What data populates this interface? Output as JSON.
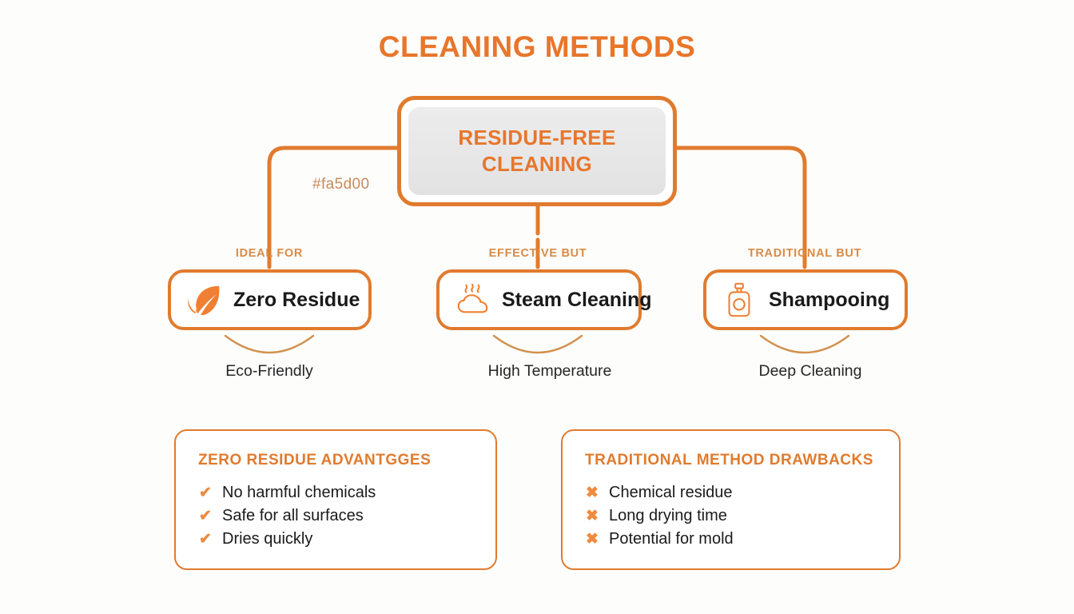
{
  "header": {
    "title": "CLEANING METHODS"
  },
  "theme": {
    "accent": "#fa5d00",
    "accent_border": "#e07b2e",
    "accent_title": "#e8762b",
    "caption_color": "#d98b45",
    "background": "#fdfdfc",
    "node_fill": "#e9e9e9",
    "text_color": "#1a1a1a"
  },
  "root": {
    "label_line1": "RESIDUE-FREE",
    "label_line2": "CLEANING",
    "hex_tag": "#fa5d00"
  },
  "branches": [
    {
      "caption": "IDEAL FOR",
      "label": "Zero Residue",
      "icon": "leaf-icon",
      "sub_caption": "Eco-Friendly"
    },
    {
      "caption": "EFFECTIVE BUT",
      "label": "Steam Cleaning",
      "icon": "steam-cloud-icon",
      "sub_caption": "High Temperature"
    },
    {
      "caption": "TRADITIONAL BUT",
      "label": "Shampooing",
      "icon": "shampoo-bottle-icon",
      "sub_caption": "Deep Cleaning"
    }
  ],
  "panels": [
    {
      "title": "ZERO RESIDUE ADVANTGGES",
      "mark": "✔",
      "mark_type": "check",
      "items": [
        "No harmful chemicals",
        "Safe for all surfaces",
        "Dries quickly"
      ]
    },
    {
      "title": "TRADITIONAL METHOD DRAWBACKS",
      "mark": "✖",
      "mark_type": "cross",
      "items": [
        "Chemical residue",
        "Long drying time",
        "Potential for mold"
      ]
    }
  ]
}
